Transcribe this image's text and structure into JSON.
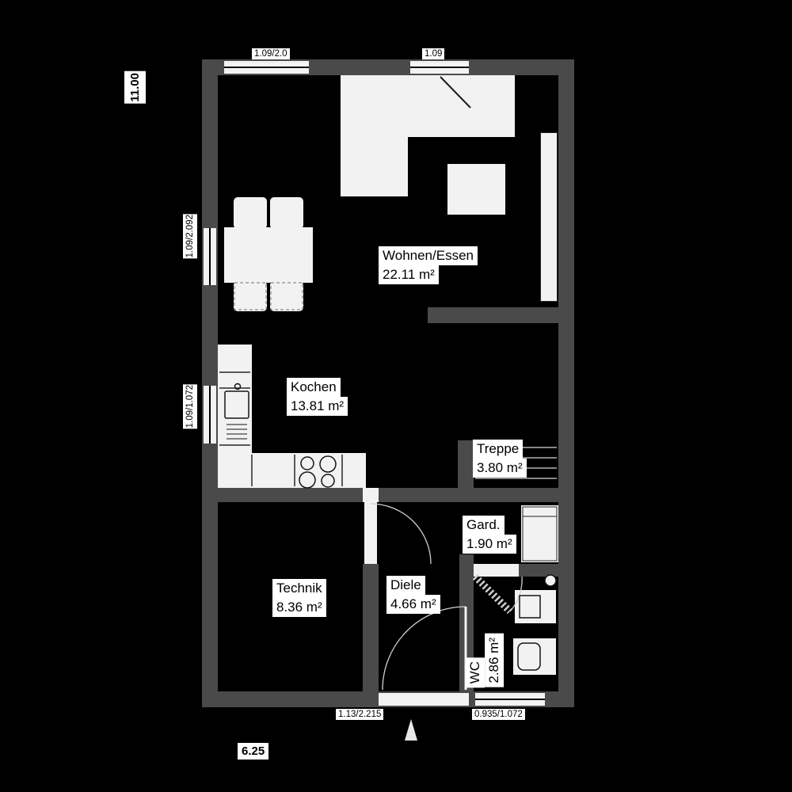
{
  "rooms": {
    "wohnen": {
      "name": "Wohnen/Essen",
      "area": "22.11 m²"
    },
    "kochen": {
      "name": "Kochen",
      "area": "13.81 m²"
    },
    "treppe": {
      "name": "Treppe",
      "area": "3.80 m²"
    },
    "gard": {
      "name": "Gard.",
      "area": "1.90 m²"
    },
    "technik": {
      "name": "Technik",
      "area": "8.36 m²"
    },
    "diele": {
      "name": "Diele",
      "area": "4.66 m²"
    },
    "wc": {
      "name": "WC",
      "area": "2.86 m²"
    }
  },
  "dimensions": {
    "overall_height": "11.00",
    "overall_width": "6.25",
    "window_top_left": "1.09/2.0",
    "window_top_right": "1.09",
    "window_left_upper": "1.09/2.092",
    "window_left_lower": "1.09/1.072",
    "entrance_door": "1.13/2.215",
    "window_bottom_right": "0.935/1.072"
  },
  "colors": {
    "background": "#000000",
    "wall": "#4a4a4a",
    "fixture": "#f2f2f2",
    "label_bg": "#ffffff",
    "label_text": "#000000"
  }
}
